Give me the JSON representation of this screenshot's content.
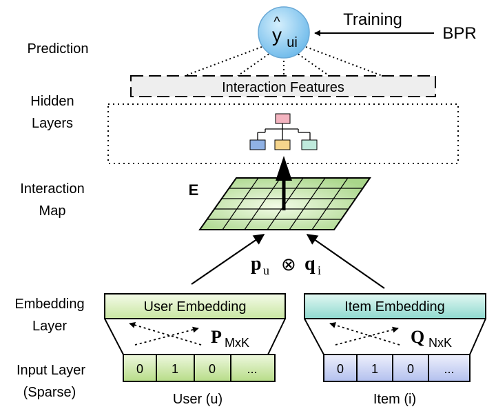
{
  "layer_labels": {
    "prediction": "Prediction",
    "hidden_line1": "Hidden",
    "hidden_line2": "Layers",
    "interaction_line1": "Interaction",
    "interaction_line2": "Map",
    "embedding_line1": "Embedding",
    "embedding_line2": "Layer",
    "input_line1": "Input Layer",
    "input_line2": "(Sparse)"
  },
  "prediction": {
    "hat": "^",
    "symbol": "y",
    "subscript": "ui",
    "node_color": "#8ecdf0",
    "training_label": "Training",
    "bpr_label": "BPR"
  },
  "interaction_features_label": "Interaction Features",
  "hidden_nodes": {
    "top_color": "#f4b4c0",
    "left_color": "#8fb1e4",
    "middle_color": "#f6d58c",
    "right_color": "#bfeadc"
  },
  "interaction_map": {
    "symbol": "E",
    "grid_color": "#c5ea9c"
  },
  "embedding_op": {
    "p": "p",
    "p_sub": "u",
    "otimes": "⊗",
    "q": "q",
    "q_sub": "i"
  },
  "user": {
    "embedding_label": "User Embedding",
    "matrix": "P",
    "matrix_sub": "MxK",
    "cells": [
      "0",
      "1",
      "0",
      "..."
    ],
    "caption": "User (u)",
    "color": "#d6ecb4"
  },
  "item": {
    "embedding_label": "Item Embedding",
    "matrix": "Q",
    "matrix_sub": "NxK",
    "cells": [
      "0",
      "1",
      "0",
      "..."
    ],
    "caption": "Item (i)",
    "color": "#b9e6e0"
  }
}
